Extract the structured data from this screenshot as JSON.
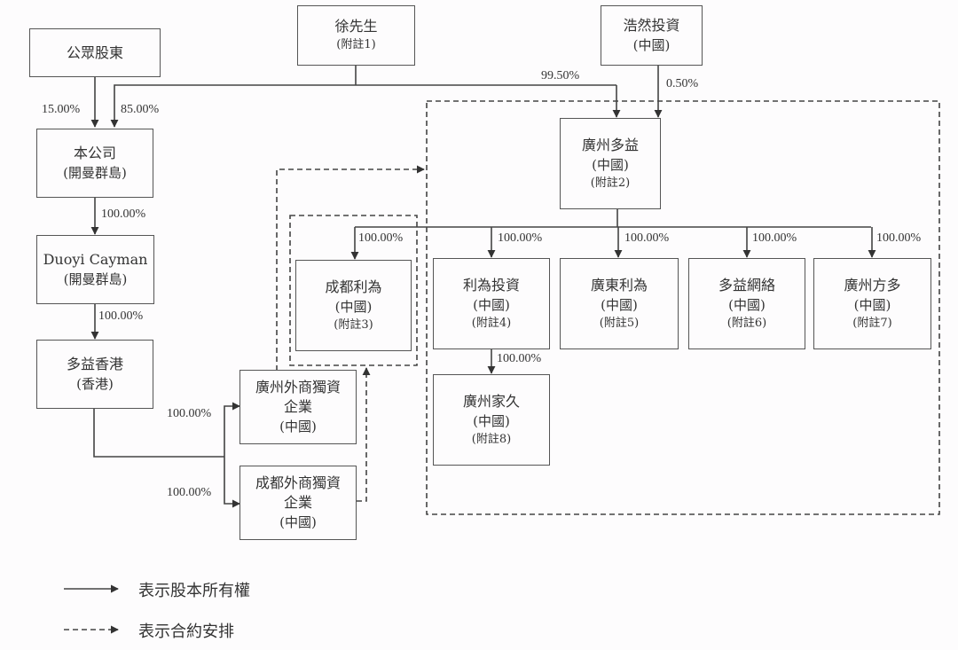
{
  "nodes": {
    "public_shareholders": {
      "name": "公眾股東"
    },
    "mr_xu": {
      "name": "徐先生",
      "note": "(附註1)"
    },
    "haoran": {
      "name": "浩然投資",
      "region": "(中國)"
    },
    "company": {
      "name": "本公司",
      "region": "(開曼群島)"
    },
    "duoyi_cayman": {
      "name": "Duoyi Cayman",
      "region": "(開曼群島)"
    },
    "duoyi_hk": {
      "name": "多益香港",
      "region": "(香港)"
    },
    "gz_wfoe": {
      "name": "廣州外商獨資",
      "name2": "企業",
      "region": "(中國)"
    },
    "cd_wfoe": {
      "name": "成都外商獨資",
      "name2": "企業",
      "region": "(中國)"
    },
    "gz_duoyi": {
      "name": "廣州多益",
      "region": "(中國)",
      "note": "(附註2)"
    },
    "cd_liwei": {
      "name": "成都利為",
      "region": "(中國)",
      "note": "(附註3)"
    },
    "liwei_invest": {
      "name": "利為投資",
      "region": "(中國)",
      "note": "(附註4)"
    },
    "gd_liwei": {
      "name": "廣東利為",
      "region": "(中國)",
      "note": "(附註5)"
    },
    "duoyi_network": {
      "name": "多益網絡",
      "region": "(中國)",
      "note": "(附註6)"
    },
    "gz_fangduo": {
      "name": "廣州方多",
      "region": "(中國)",
      "note": "(附註7)"
    },
    "gz_jiajiu": {
      "name": "廣州家久",
      "region": "(中國)",
      "note": "(附註8)"
    }
  },
  "edges": {
    "public_to_company": "15.00%",
    "xu_to_company": "85.00%",
    "xu_to_gz_duoyi": "99.50%",
    "haoran_to_gz_duoyi": "0.50%",
    "company_to_cayman": "100.00%",
    "cayman_to_hk": "100.00%",
    "hk_to_gz_wfoe": "100.00%",
    "hk_to_cd_wfoe": "100.00%",
    "gz_duoyi_to_cd_liwei": "100.00%",
    "gz_duoyi_to_liwei_invest": "100.00%",
    "gz_duoyi_to_gd_liwei": "100.00%",
    "gz_duoyi_to_duoyi_network": "100.00%",
    "gz_duoyi_to_gz_fangduo": "100.00%",
    "liwei_invest_to_gz_jiajiu": "100.00%"
  },
  "legend": {
    "solid": "表示股本所有權",
    "dashed": "表示合約安排"
  }
}
